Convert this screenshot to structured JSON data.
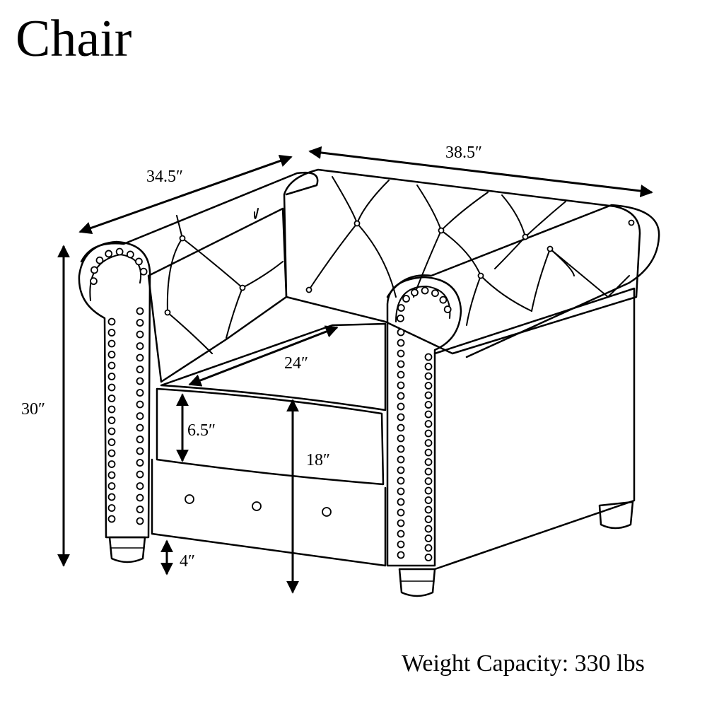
{
  "title": "Chair",
  "dimensions": {
    "depth": "34.5″",
    "width": "38.5″",
    "height": "30″",
    "seat_depth": "24″",
    "cushion_thickness": "6.5″",
    "seat_height": "18″",
    "leg_height": "4″"
  },
  "weight_capacity": "Weight Capacity: 330 lbs"
}
